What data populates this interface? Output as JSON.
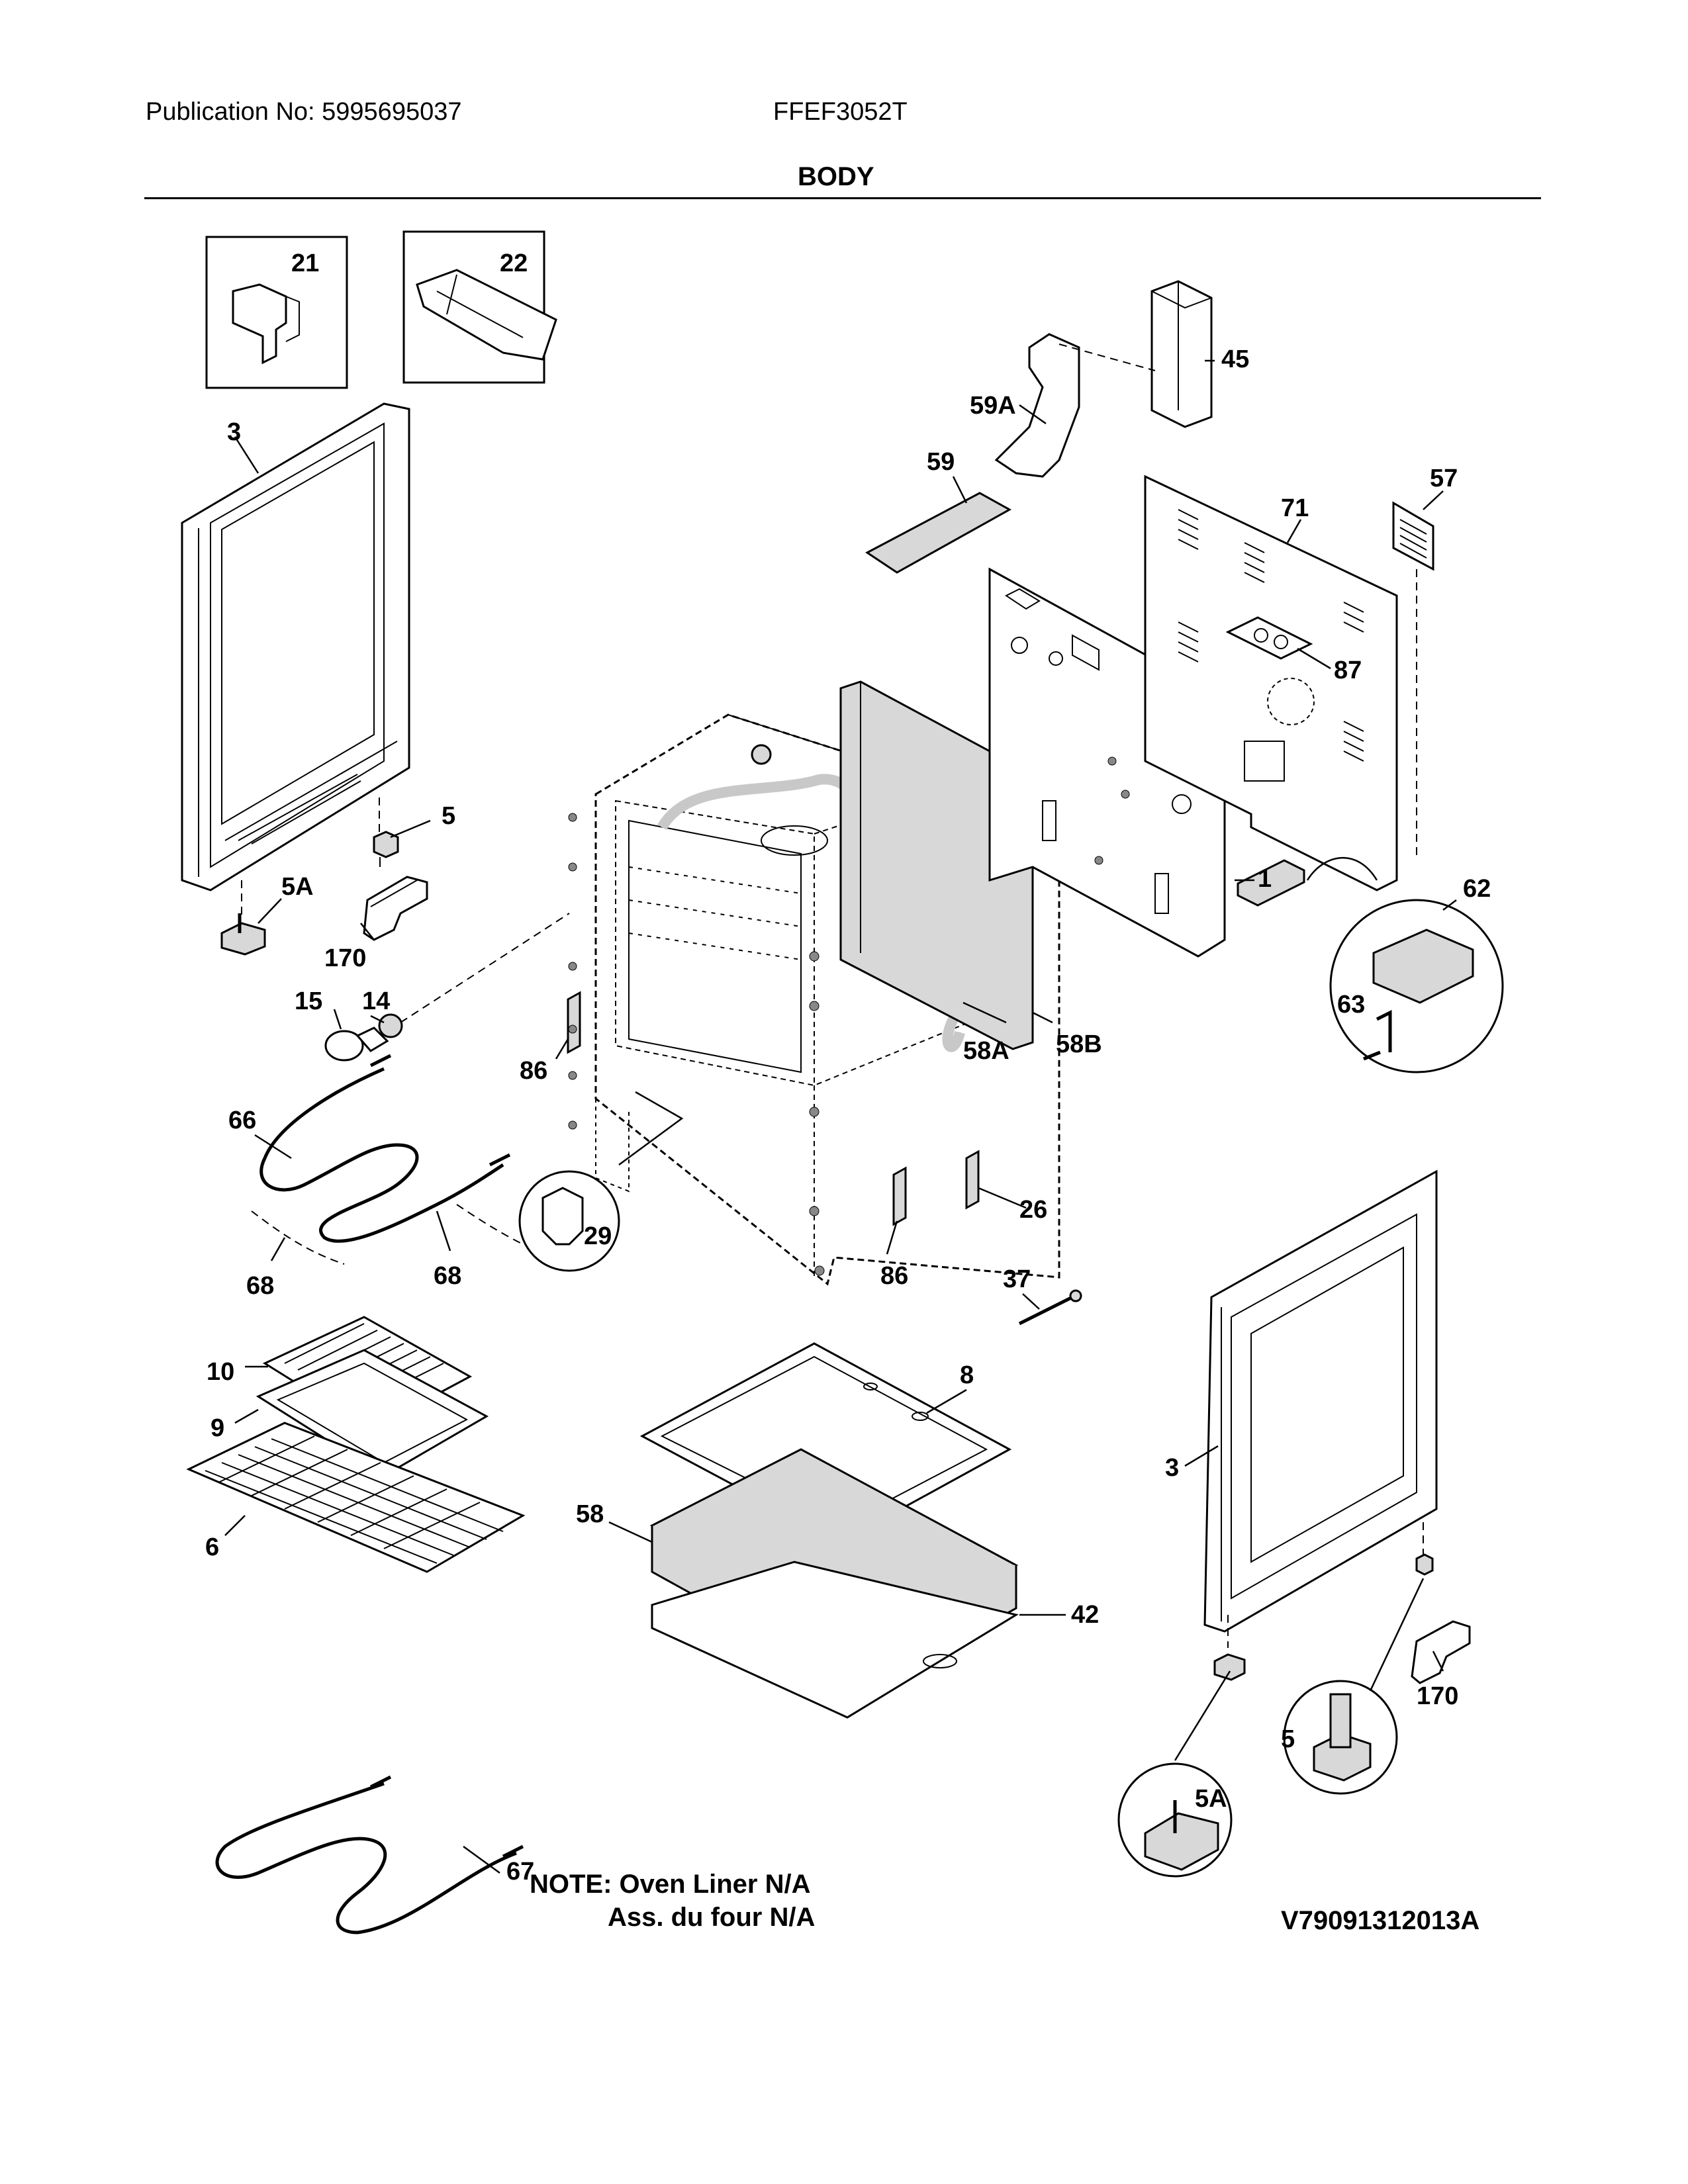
{
  "header": {
    "publication": "Publication No: 5995695037",
    "model": "FFEF3052T",
    "section_title": "BODY"
  },
  "callouts": {
    "c21": "21",
    "c22": "22",
    "c45": "45",
    "c59A": "59A",
    "c59": "59",
    "c57": "57",
    "c71": "71",
    "c87": "87",
    "c3_left": "3",
    "c5_left": "5",
    "c5A_left": "5A",
    "c170_left": "170",
    "c14": "14",
    "c15": "15",
    "c1": "1",
    "c62": "62",
    "c63": "63",
    "c86_upper": "86",
    "c58A": "58A",
    "c58B": "58B",
    "c66": "66",
    "c68_left": "68",
    "c68_right": "68",
    "c29": "29",
    "c26": "26",
    "c86_lower": "86",
    "c37": "37",
    "c10": "10",
    "c9": "9",
    "c6": "6",
    "c8": "8",
    "c58": "58",
    "c42": "42",
    "c3_right": "3",
    "c170_right": "170",
    "c5_right": "5",
    "c5A_right": "5A",
    "c67": "67"
  },
  "note": {
    "line1": "NOTE: Oven Liner N/A",
    "line2": "Ass. du four N/A"
  },
  "diagram_code": "V79091312013A"
}
